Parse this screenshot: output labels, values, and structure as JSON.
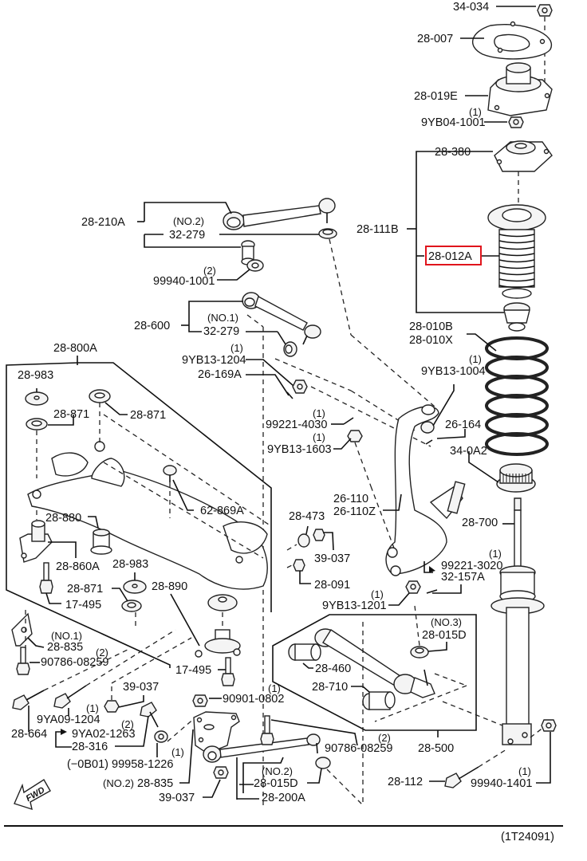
{
  "diagram": {
    "title": "Rear suspension exploded parts diagram",
    "figure_code": "(1T24091)",
    "direction_label": "FWD",
    "highlight_color": "#e0141c",
    "highlighted_part": "28-012A",
    "labels": {
      "p34_034": "34-034",
      "p28_007": "28-007",
      "p28_019E": "28-019E",
      "q9YB04": "(1)",
      "p9YB04_1001": "9YB04-1001",
      "p28_380": "28-380",
      "p28_111B": "28-111B",
      "p28_012A": "28-012A",
      "p28_010B": "28-010B",
      "p28_010X": "28-010X",
      "q9YB13_1004": "(1)",
      "p9YB13_1004": "9YB13-1004",
      "p26_164": "26-164",
      "p34_0A2": "34-0A2",
      "p28_700": "28-700",
      "p28_210A": "28-210A",
      "no2_a": "(NO.2)",
      "p32_279_a": "32-279",
      "q99940_1001": "(2)",
      "p99940_1001": "99940-1001",
      "p28_600": "28-600",
      "no1_a": "(NO.1)",
      "p32_279_b": "32-279",
      "q9YB13_1204": "(1)",
      "p9YB13_1204": "9YB13-1204",
      "p26_169A": "26-169A",
      "q99221_4030": "(1)",
      "p99221_4030": "99221-4030",
      "q9YB13_1603": "(1)",
      "p9YB13_1603": "9YB13-1603",
      "p28_800A": "28-800A",
      "p28_983_a": "28-983",
      "p28_871_a": "28-871",
      "p28_871_b": "28-871",
      "p62_869A": "62-869A",
      "p28_880": "28-880",
      "p28_860A": "28-860A",
      "p28_983_b": "28-983",
      "p28_871_c": "28-871",
      "p28_890": "28-890",
      "p17_495_a": "17-495",
      "p26_110": "26-110",
      "p26_110Z": "26-110Z",
      "p28_473": "28-473",
      "p39_037_a": "39-037",
      "p28_091": "28-091",
      "q99221_3020": "(1)",
      "p99221_3020": "99221-3020",
      "p32_157A": "32-157A",
      "q9YB13_1201": "(1)",
      "p9YB13_1201": "9YB13-1201",
      "no1_b": "(NO.1)",
      "p28_835_a": "28-835",
      "q90786_a": "(2)",
      "p90786_08259_a": "90786-08259",
      "p17_495_b": "17-495",
      "p39_037_b": "39-037",
      "q9YA09": "(1)",
      "p9YA09_1204": "9YA09-1204",
      "p28_664": "28-664",
      "q9YA02": "(2)",
      "p9YA02_1263": "9YA02-1263",
      "p28_316": "28-316",
      "q99958": "(1)",
      "p99958_1226": "(−0B01) 99958-1226",
      "no2_b": "(NO.2)",
      "p28_835_b": "28-835",
      "p39_037_c": "39-037",
      "q90901": "(1)",
      "p90901_0802": "90901-0802",
      "no3": "(NO.3)",
      "p28_015D_a": "28-015D",
      "p28_460": "28-460",
      "p28_710": "28-710",
      "q90786_b": "(2)",
      "p90786_08259_b": "90786-08259",
      "p28_500": "28-500",
      "no2_c": "(NO.2)",
      "p28_015D_b": "28-015D",
      "p28_200A": "28-200A",
      "p28_112": "28-112",
      "q99940_1401": "(1)",
      "p99940_1401": "99940-1401"
    }
  }
}
